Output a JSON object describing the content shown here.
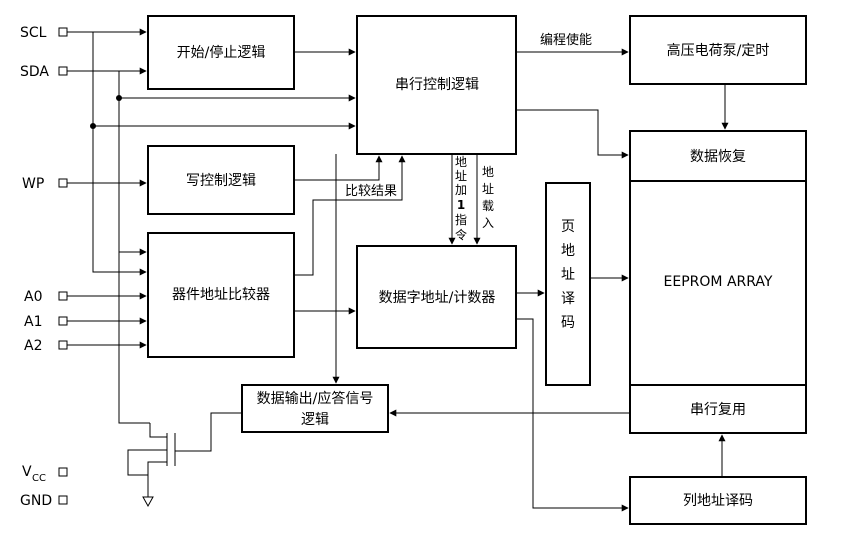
{
  "pins": {
    "scl": "SCL",
    "sda": "SDA",
    "wp": "WP",
    "a0": "A0",
    "a1": "A1",
    "a2": "A2",
    "vcc_main": "V",
    "vcc_sub": "CC",
    "gnd": "GND"
  },
  "blocks": {
    "start_stop": "开始/停止逻辑",
    "serial_ctrl": "串行控制逻辑",
    "hv_pump": "高压电荷泵/定时",
    "write_ctrl": "写控制逻辑",
    "data_recovery": "数据恢复",
    "device_addr_cmp": "器件地址比较器",
    "data_word_counter": "数据字地址/计数器",
    "page_addr_decode": [
      "页",
      "地",
      "址",
      "译",
      "码"
    ],
    "eeprom_array": "EEPROM ARRAY",
    "serial_mux": "串行复用",
    "data_out_ack": [
      "数据输出/应答信号",
      "逻辑"
    ],
    "column_decode": "列地址译码"
  },
  "labels": {
    "program_enable": "编程使能",
    "compare_result": "比较结果",
    "addr_inc": [
      "地",
      "址",
      "加",
      "1",
      "指",
      "令"
    ],
    "addr_load": [
      "地",
      "址",
      "载",
      "入"
    ]
  }
}
